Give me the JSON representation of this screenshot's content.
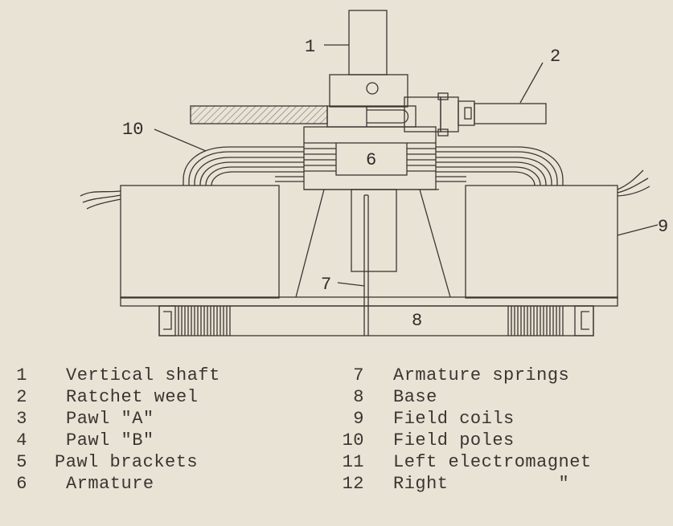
{
  "diagram": {
    "callouts": {
      "c1": "1",
      "c2": "2",
      "c6": "6",
      "c7": "7",
      "c8": "8",
      "c9": "9",
      "c10": "10"
    }
  },
  "legend": {
    "left": [
      {
        "num": "1",
        "label": "Vertical shaft"
      },
      {
        "num": "2",
        "label": "Ratchet weel"
      },
      {
        "num": "3",
        "label": "Pawl \"A\""
      },
      {
        "num": "4",
        "label": "Pawl \"B\""
      },
      {
        "num": "5",
        "label": "Pawl brackets"
      },
      {
        "num": "6",
        "label": "Armature"
      }
    ],
    "right": [
      {
        "num": "7",
        "label": "Armature springs"
      },
      {
        "num": "8",
        "label": "Base"
      },
      {
        "num": "9",
        "label": "Field coils"
      },
      {
        "num": "10",
        "label": "Field poles"
      },
      {
        "num": "11",
        "label": "Left electromagnet"
      },
      {
        "num": "12",
        "label": "Right          \""
      }
    ]
  },
  "colors": {
    "paper": "#e9e3d6",
    "ink": "#3a3530"
  }
}
